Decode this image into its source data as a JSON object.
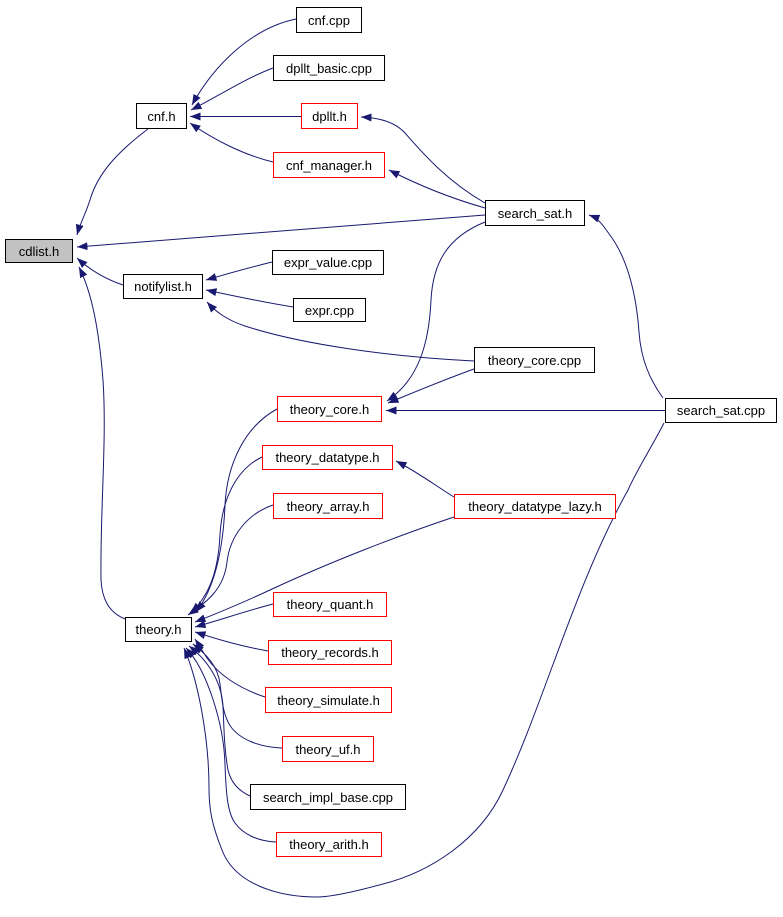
{
  "diagram": {
    "type": "include-dependency-graph",
    "root": "cdlist.h",
    "edge_color": "#191970",
    "red_border_color": "#ff0000",
    "root_fill": "#c2c2c2",
    "nodes": [
      {
        "id": "cnf_cpp",
        "label": "cnf.cpp",
        "border_style": "black"
      },
      {
        "id": "dpllt_basic_cpp",
        "label": "dpllt_basic.cpp",
        "border_style": "black"
      },
      {
        "id": "cnf_h",
        "label": "cnf.h",
        "border_style": "black"
      },
      {
        "id": "dpllt_h",
        "label": "dpllt.h",
        "border_style": "red"
      },
      {
        "id": "cnf_manager_h",
        "label": "cnf_manager.h",
        "border_style": "red"
      },
      {
        "id": "search_sat_h",
        "label": "search_sat.h",
        "border_style": "black"
      },
      {
        "id": "cdlist_h",
        "label": "cdlist.h",
        "border_style": "root"
      },
      {
        "id": "notifylist_h",
        "label": "notifylist.h",
        "border_style": "black"
      },
      {
        "id": "expr_value_cpp",
        "label": "expr_value.cpp",
        "border_style": "black"
      },
      {
        "id": "expr_cpp",
        "label": "expr.cpp",
        "border_style": "black"
      },
      {
        "id": "theory_core_cpp",
        "label": "theory_core.cpp",
        "border_style": "black"
      },
      {
        "id": "theory_core_h",
        "label": "theory_core.h",
        "border_style": "red"
      },
      {
        "id": "search_sat_cpp",
        "label": "search_sat.cpp",
        "border_style": "black"
      },
      {
        "id": "theory_datatype_h",
        "label": "theory_datatype.h",
        "border_style": "red"
      },
      {
        "id": "theory_array_h",
        "label": "theory_array.h",
        "border_style": "red"
      },
      {
        "id": "theory_datatype_lazy_h",
        "label": "theory_datatype_lazy.h",
        "border_style": "red"
      },
      {
        "id": "theory_quant_h",
        "label": "theory_quant.h",
        "border_style": "red"
      },
      {
        "id": "theory_h",
        "label": "theory.h",
        "border_style": "black"
      },
      {
        "id": "theory_records_h",
        "label": "theory_records.h",
        "border_style": "red"
      },
      {
        "id": "theory_simulate_h",
        "label": "theory_simulate.h",
        "border_style": "red"
      },
      {
        "id": "theory_uf_h",
        "label": "theory_uf.h",
        "border_style": "red"
      },
      {
        "id": "search_impl_base_cpp",
        "label": "search_impl_base.cpp",
        "border_style": "black"
      },
      {
        "id": "theory_arith_h",
        "label": "theory_arith.h",
        "border_style": "red"
      }
    ],
    "edges": [
      {
        "from": "cnf.cpp",
        "to": "cnf.h"
      },
      {
        "from": "dpllt_basic.cpp",
        "to": "cnf.h"
      },
      {
        "from": "dpllt.h",
        "to": "cnf.h"
      },
      {
        "from": "cnf_manager.h",
        "to": "cnf.h"
      },
      {
        "from": "search_sat.h",
        "to": "dpllt.h"
      },
      {
        "from": "search_sat.h",
        "to": "cnf_manager.h"
      },
      {
        "from": "search_sat.h",
        "to": "cdlist.h"
      },
      {
        "from": "search_sat.h",
        "to": "theory_core.h"
      },
      {
        "from": "search_sat.cpp",
        "to": "search_sat.h"
      },
      {
        "from": "search_sat.cpp",
        "to": "theory_core.h"
      },
      {
        "from": "search_sat.cpp",
        "to": "theory.h"
      },
      {
        "from": "theory_core.cpp",
        "to": "notifylist.h"
      },
      {
        "from": "theory_core.cpp",
        "to": "theory_core.h"
      },
      {
        "from": "expr_value.cpp",
        "to": "notifylist.h"
      },
      {
        "from": "expr.cpp",
        "to": "notifylist.h"
      },
      {
        "from": "notifylist.h",
        "to": "cdlist.h"
      },
      {
        "from": "cnf.h",
        "to": "cdlist.h"
      },
      {
        "from": "theory.h",
        "to": "cdlist.h"
      },
      {
        "from": "theory_core.h",
        "to": "theory.h"
      },
      {
        "from": "theory_datatype.h",
        "to": "theory.h"
      },
      {
        "from": "theory_array.h",
        "to": "theory.h"
      },
      {
        "from": "theory_datatype_lazy.h",
        "to": "theory_datatype.h"
      },
      {
        "from": "theory_datatype_lazy.h",
        "to": "theory.h"
      },
      {
        "from": "theory_quant.h",
        "to": "theory.h"
      },
      {
        "from": "theory_records.h",
        "to": "theory.h"
      },
      {
        "from": "theory_simulate.h",
        "to": "theory.h"
      },
      {
        "from": "theory_uf.h",
        "to": "theory.h"
      },
      {
        "from": "search_impl_base.cpp",
        "to": "theory.h"
      },
      {
        "from": "theory_arith.h",
        "to": "theory.h"
      }
    ]
  }
}
